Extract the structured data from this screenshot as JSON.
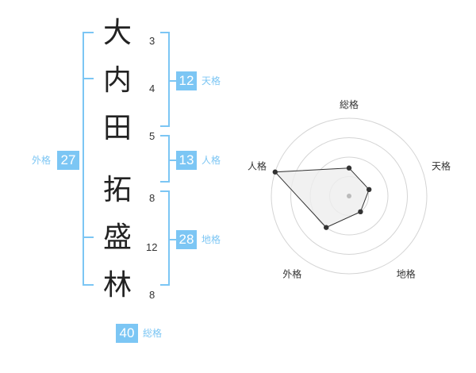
{
  "name": {
    "characters": [
      {
        "char": "大",
        "strokes": "3"
      },
      {
        "char": "内",
        "strokes": "4"
      },
      {
        "char": "田",
        "strokes": "5"
      },
      {
        "char": "拓",
        "strokes": "8"
      },
      {
        "char": "盛",
        "strokes": "12"
      },
      {
        "char": "林",
        "strokes": "8"
      }
    ]
  },
  "fortune": {
    "tenkaku": {
      "label": "天格",
      "value": "12"
    },
    "jinkaku": {
      "label": "人格",
      "value": "13"
    },
    "chikaku": {
      "label": "地格",
      "value": "28"
    },
    "gaikaku": {
      "label": "外格",
      "value": "27"
    },
    "soukaku": {
      "label": "総格",
      "value": "40"
    }
  },
  "radar": {
    "labels": [
      "総格",
      "天格",
      "地格",
      "外格",
      "人格"
    ],
    "values": [
      0.36,
      0.27,
      0.25,
      0.5,
      1.0
    ],
    "rings": 4,
    "colors": {
      "ring": "#d4d4d4",
      "fill": "#eeeeee",
      "line": "#333333",
      "point": "#333333",
      "center": "#bbbbbb"
    }
  },
  "colors": {
    "accent": "#7cc6f4"
  }
}
